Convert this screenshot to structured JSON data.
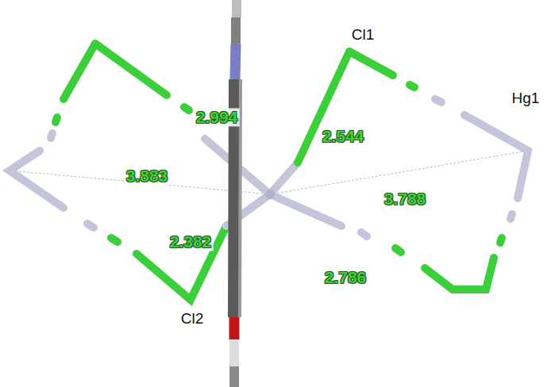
{
  "diagram": {
    "labels": [
      "Cl1",
      "2.994",
      "2.544",
      "Hg1",
      "3.883",
      "3.788",
      "2.382",
      "2.786",
      "Cl2"
    ]
  }
}
